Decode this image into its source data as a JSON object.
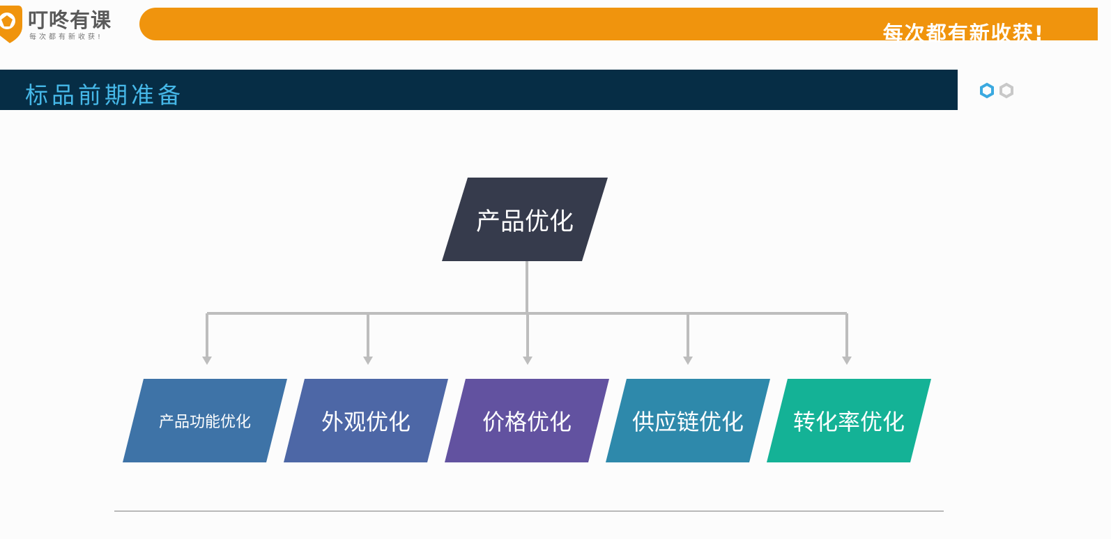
{
  "header": {
    "brand_name": "叮咚有课",
    "brand_tagline": "每次都有新收获!",
    "slogan": "每次都有新收获!",
    "banner_color": "#f0940d"
  },
  "section": {
    "title": "标品前期准备",
    "bar_color": "#062d45",
    "title_color": "#46b8e8"
  },
  "pager": {
    "dots": [
      {
        "state": "active",
        "color": "#3aa9e0"
      },
      {
        "state": "inactive",
        "color": "#c8c8c8"
      }
    ]
  },
  "diagram": {
    "root": {
      "label": "产品优化",
      "color": "#363b4c"
    },
    "children": [
      {
        "label": "产品功能优化",
        "color": "#3e73a7"
      },
      {
        "label": "外观优化",
        "color": "#4d67a6"
      },
      {
        "label": "价格优化",
        "color": "#6252a0"
      },
      {
        "label": "供应链优化",
        "color": "#2e89ab"
      },
      {
        "label": "转化率优化",
        "color": "#14b296"
      }
    ],
    "connector_color": "#bdbdbd"
  }
}
